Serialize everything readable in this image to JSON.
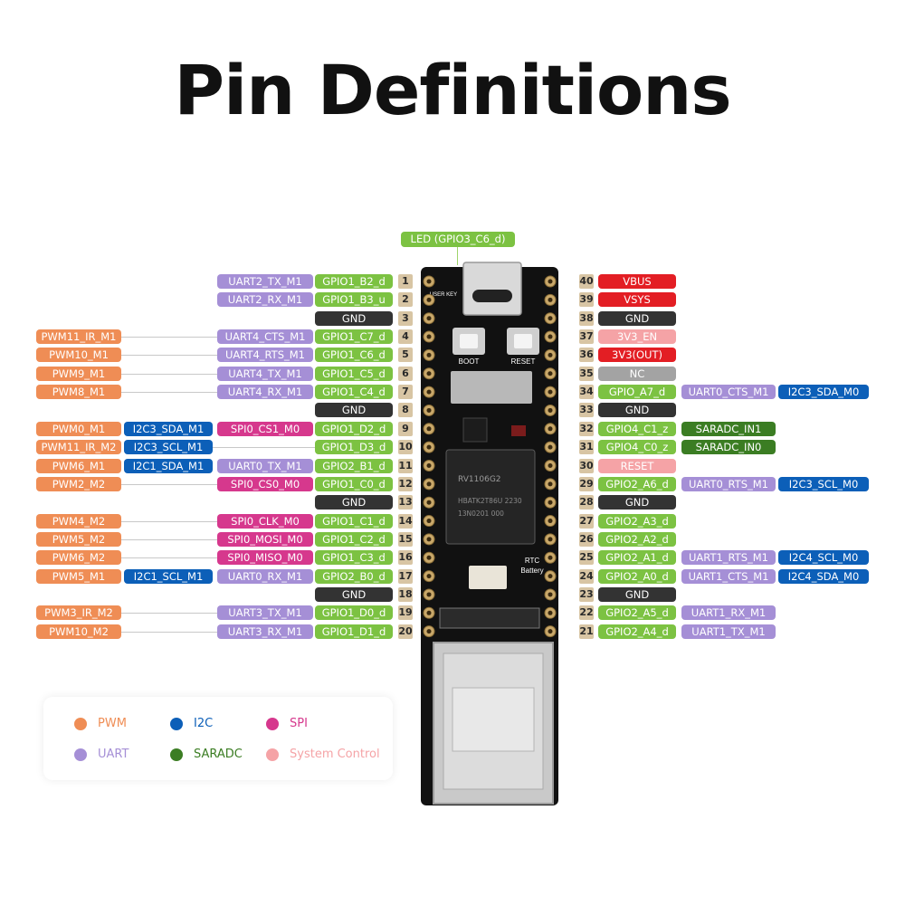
{
  "title": "Pin Definitions",
  "led_label": "LED (GPIO3_C6_d)",
  "colors": {
    "PWM": "#ef8d55",
    "UART": "#a58fd6",
    "I2C": "#0c5fb8",
    "SPI": "#d6388d",
    "SARADC": "#3b7d23",
    "SystemControl": "#f5a3a6",
    "GPIO": "#7cc242",
    "GND": "#333333",
    "Power": "#e31e24",
    "NC": "#a3a3a3",
    "PinNumber": "#d8c5a4"
  },
  "board": {
    "button_labels": [
      "BOOT",
      "RESET"
    ],
    "chip_text": [
      "RV1106G2",
      "HBATK2T86U 2230",
      "13N0201 000"
    ],
    "rtc_label": [
      "RTC",
      "Battery"
    ],
    "user_key_label": "USER KEY"
  },
  "left_pins": [
    {
      "pin": "1",
      "labels": [
        {
          "text": "UART2_TX_M1",
          "type": "UART"
        },
        {
          "text": "GPIO1_B2_d",
          "type": "GPIO"
        }
      ]
    },
    {
      "pin": "2",
      "labels": [
        {
          "text": "UART2_RX_M1",
          "type": "UART"
        },
        {
          "text": "GPIO1_B3_u",
          "type": "GPIO"
        }
      ]
    },
    {
      "pin": "3",
      "labels": [
        {
          "text": "GND",
          "type": "GND"
        }
      ]
    },
    {
      "pin": "4",
      "labels": [
        {
          "text": "PWM11_IR_M1",
          "type": "PWM"
        },
        {
          "text": "UART4_CTS_M1",
          "type": "UART"
        },
        {
          "text": "GPIO1_C7_d",
          "type": "GPIO"
        }
      ]
    },
    {
      "pin": "5",
      "labels": [
        {
          "text": "PWM10_M1",
          "type": "PWM"
        },
        {
          "text": "UART4_RTS_M1",
          "type": "UART"
        },
        {
          "text": "GPIO1_C6_d",
          "type": "GPIO"
        }
      ]
    },
    {
      "pin": "6",
      "labels": [
        {
          "text": "PWM9_M1",
          "type": "PWM"
        },
        {
          "text": "UART4_TX_M1",
          "type": "UART"
        },
        {
          "text": "GPIO1_C5_d",
          "type": "GPIO"
        }
      ]
    },
    {
      "pin": "7",
      "labels": [
        {
          "text": "PWM8_M1",
          "type": "PWM"
        },
        {
          "text": "UART4_RX_M1",
          "type": "UART"
        },
        {
          "text": "GPIO1_C4_d",
          "type": "GPIO"
        }
      ]
    },
    {
      "pin": "8",
      "labels": [
        {
          "text": "GND",
          "type": "GND"
        }
      ]
    },
    {
      "pin": "9",
      "labels": [
        {
          "text": "PWM0_M1",
          "type": "PWM"
        },
        {
          "text": "I2C3_SDA_M1",
          "type": "I2C"
        },
        {
          "text": "SPI0_CS1_M0",
          "type": "SPI"
        },
        {
          "text": "GPIO1_D2_d",
          "type": "GPIO"
        }
      ]
    },
    {
      "pin": "10",
      "labels": [
        {
          "text": "PWM11_IR_M2",
          "type": "PWM"
        },
        {
          "text": "I2C3_SCL_M1",
          "type": "I2C"
        },
        {
          "text": "GPIO1_D3_d",
          "type": "GPIO"
        }
      ]
    },
    {
      "pin": "11",
      "labels": [
        {
          "text": "PWM6_M1",
          "type": "PWM"
        },
        {
          "text": "I2C1_SDA_M1",
          "type": "I2C"
        },
        {
          "text": "UART0_TX_M1",
          "type": "UART"
        },
        {
          "text": "GPIO2_B1_d",
          "type": "GPIO"
        }
      ]
    },
    {
      "pin": "12",
      "labels": [
        {
          "text": "PWM2_M2",
          "type": "PWM"
        },
        {
          "text": "SPI0_CS0_M0",
          "type": "SPI"
        },
        {
          "text": "GPIO1_C0_d",
          "type": "GPIO"
        }
      ]
    },
    {
      "pin": "13",
      "labels": [
        {
          "text": "GND",
          "type": "GND"
        }
      ]
    },
    {
      "pin": "14",
      "labels": [
        {
          "text": "PWM4_M2",
          "type": "PWM"
        },
        {
          "text": "SPI0_CLK_M0",
          "type": "SPI"
        },
        {
          "text": "GPIO1_C1_d",
          "type": "GPIO"
        }
      ]
    },
    {
      "pin": "15",
      "labels": [
        {
          "text": "PWM5_M2",
          "type": "PWM"
        },
        {
          "text": "SPI0_MOSI_M0",
          "type": "SPI"
        },
        {
          "text": "GPIO1_C2_d",
          "type": "GPIO"
        }
      ]
    },
    {
      "pin": "16",
      "labels": [
        {
          "text": "PWM6_M2",
          "type": "PWM"
        },
        {
          "text": "SPI0_MISO_M0",
          "type": "SPI"
        },
        {
          "text": "GPIO1_C3_d",
          "type": "GPIO"
        }
      ]
    },
    {
      "pin": "17",
      "labels": [
        {
          "text": "PWM5_M1",
          "type": "PWM"
        },
        {
          "text": "I2C1_SCL_M1",
          "type": "I2C"
        },
        {
          "text": "UART0_RX_M1",
          "type": "UART"
        },
        {
          "text": "GPIO2_B0_d",
          "type": "GPIO"
        }
      ]
    },
    {
      "pin": "18",
      "labels": [
        {
          "text": "GND",
          "type": "GND"
        }
      ]
    },
    {
      "pin": "19",
      "labels": [
        {
          "text": "PWM3_IR_M2",
          "type": "PWM"
        },
        {
          "text": "UART3_TX_M1",
          "type": "UART"
        },
        {
          "text": "GPIO1_D0_d",
          "type": "GPIO"
        }
      ]
    },
    {
      "pin": "20",
      "labels": [
        {
          "text": "PWM10_M2",
          "type": "PWM"
        },
        {
          "text": "UART3_RX_M1",
          "type": "UART"
        },
        {
          "text": "GPIO1_D1_d",
          "type": "GPIO"
        }
      ]
    }
  ],
  "right_pins": [
    {
      "pin": "40",
      "labels": [
        {
          "text": "VBUS",
          "type": "Power"
        }
      ]
    },
    {
      "pin": "39",
      "labels": [
        {
          "text": "VSYS",
          "type": "Power"
        }
      ]
    },
    {
      "pin": "38",
      "labels": [
        {
          "text": "GND",
          "type": "GND"
        }
      ]
    },
    {
      "pin": "37",
      "labels": [
        {
          "text": "3V3_EN",
          "type": "SystemControl"
        }
      ]
    },
    {
      "pin": "36",
      "labels": [
        {
          "text": "3V3(OUT)",
          "type": "Power"
        }
      ]
    },
    {
      "pin": "35",
      "labels": [
        {
          "text": "NC",
          "type": "NC"
        }
      ]
    },
    {
      "pin": "34",
      "labels": [
        {
          "text": "GPIO_A7_d",
          "type": "GPIO"
        },
        {
          "text": "UART0_CTS_M1",
          "type": "UART"
        },
        {
          "text": "I2C3_SDA_M0",
          "type": "I2C"
        }
      ]
    },
    {
      "pin": "33",
      "labels": [
        {
          "text": "GND",
          "type": "GND"
        }
      ]
    },
    {
      "pin": "32",
      "labels": [
        {
          "text": "GPIO4_C1_z",
          "type": "GPIO"
        },
        {
          "text": "SARADC_IN1",
          "type": "SARADC"
        }
      ]
    },
    {
      "pin": "31",
      "labels": [
        {
          "text": "GPIO4_C0_z",
          "type": "GPIO"
        },
        {
          "text": "SARADC_IN0",
          "type": "SARADC"
        }
      ]
    },
    {
      "pin": "30",
      "labels": [
        {
          "text": "RESET",
          "type": "SystemControl"
        }
      ]
    },
    {
      "pin": "29",
      "labels": [
        {
          "text": "GPIO2_A6_d",
          "type": "GPIO"
        },
        {
          "text": "UART0_RTS_M1",
          "type": "UART"
        },
        {
          "text": "I2C3_SCL_M0",
          "type": "I2C"
        }
      ]
    },
    {
      "pin": "28",
      "labels": [
        {
          "text": "GND",
          "type": "GND"
        }
      ]
    },
    {
      "pin": "27",
      "labels": [
        {
          "text": "GPIO2_A3_d",
          "type": "GPIO"
        }
      ]
    },
    {
      "pin": "26",
      "labels": [
        {
          "text": "GPIO2_A2_d",
          "type": "GPIO"
        }
      ]
    },
    {
      "pin": "25",
      "labels": [
        {
          "text": "GPIO2_A1_d",
          "type": "GPIO"
        },
        {
          "text": "UART1_RTS_M1",
          "type": "UART"
        },
        {
          "text": "I2C4_SCL_M0",
          "type": "I2C"
        }
      ]
    },
    {
      "pin": "24",
      "labels": [
        {
          "text": "GPIO2_A0_d",
          "type": "GPIO"
        },
        {
          "text": "UART1_CTS_M1",
          "type": "UART"
        },
        {
          "text": "I2C4_SDA_M0",
          "type": "I2C"
        }
      ]
    },
    {
      "pin": "23",
      "labels": [
        {
          "text": "GND",
          "type": "GND"
        }
      ]
    },
    {
      "pin": "22",
      "labels": [
        {
          "text": "GPIO2_A5_d",
          "type": "GPIO"
        },
        {
          "text": "UART1_RX_M1",
          "type": "UART"
        }
      ]
    },
    {
      "pin": "21",
      "labels": [
        {
          "text": "GPIO2_A4_d",
          "type": "GPIO"
        },
        {
          "text": "UART1_TX_M1",
          "type": "UART"
        }
      ]
    }
  ],
  "legend": [
    {
      "label": "PWM",
      "type": "PWM"
    },
    {
      "label": "I2C",
      "type": "I2C"
    },
    {
      "label": "SPI",
      "type": "SPI"
    },
    {
      "label": "UART",
      "type": "UART"
    },
    {
      "label": "SARADC",
      "type": "SARADC"
    },
    {
      "label": "System Control",
      "type": "SystemControl"
    }
  ]
}
